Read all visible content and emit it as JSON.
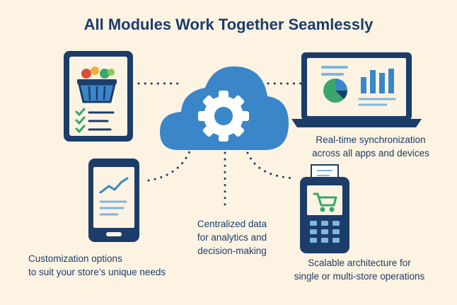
{
  "title": "All Modules Work Together Seamlessly",
  "captions": {
    "sync_line1": "Real-time synchronization",
    "sync_line2": "across all apps and devices",
    "central_line1": "Centralized data",
    "central_line2": "for analytics and",
    "central_line3": "decision-making",
    "custom_line1": "Customization options",
    "custom_line2": "to suit your store’s unique needs",
    "scalable_line1": "Scalable architecture for",
    "scalable_line2": "single or multi-store operations"
  },
  "colors": {
    "navy": "#1c3d6a",
    "cloud_blue": "#3a86c8",
    "light_blue": "#7fb7e0",
    "green": "#3aa66b",
    "background": "#fcf3e2"
  },
  "icons": [
    "cloud-gear-icon",
    "tablet-basket-icon",
    "laptop-chart-icon",
    "phone-trend-icon",
    "pos-terminal-icon"
  ]
}
